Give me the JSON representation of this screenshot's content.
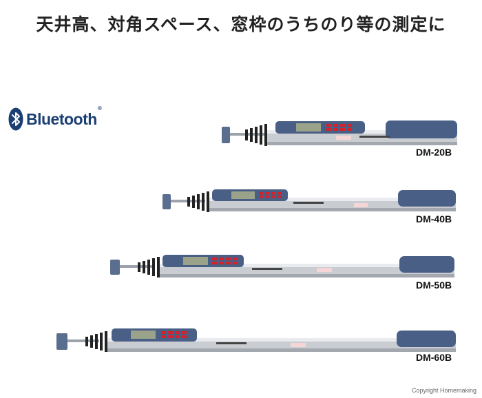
{
  "headline": "天井高、対角スペース、窓枠のうちのり等の測定に",
  "bluetooth": {
    "wordmark": "Bluetooth",
    "reg": "®",
    "logo": "bluetooth-icon",
    "color": "#1b3f73"
  },
  "products": [
    {
      "model": "DM-20B"
    },
    {
      "model": "DM-40B"
    },
    {
      "model": "DM-50B"
    },
    {
      "model": "DM-60B"
    }
  ],
  "copyright": "Copyright Homemaking",
  "colors": {
    "body": "#4a5f86",
    "rail": "#c9ccd1",
    "led": "#d6202a",
    "lcd": "#9aa38a"
  }
}
